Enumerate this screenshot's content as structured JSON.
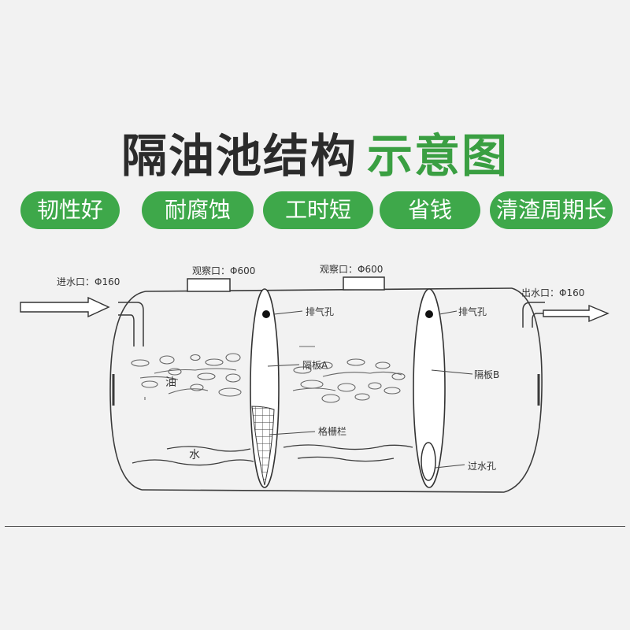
{
  "title": {
    "main": "隔油池结构",
    "accent": "示意图"
  },
  "badges": [
    "韧性好",
    "耐腐蚀",
    "工时短",
    "省钱",
    "清渣周期长"
  ],
  "colors": {
    "accent_green": "#3a9f42",
    "badge_green": "#3ea84a",
    "title_dark": "#2b2b2b"
  },
  "labels": {
    "inlet": "进水口：Φ160",
    "outlet": "出水口：Φ160",
    "observe1": "观察口：Φ600",
    "observe2": "观察口：Φ600",
    "vent1": "排气孔",
    "vent2": "排气孔",
    "partition_a": "隔板A",
    "partition_b": "隔板B",
    "oil": "油",
    "water": "水",
    "grid": "格栅栏",
    "overflow_hole": "过水孔"
  }
}
